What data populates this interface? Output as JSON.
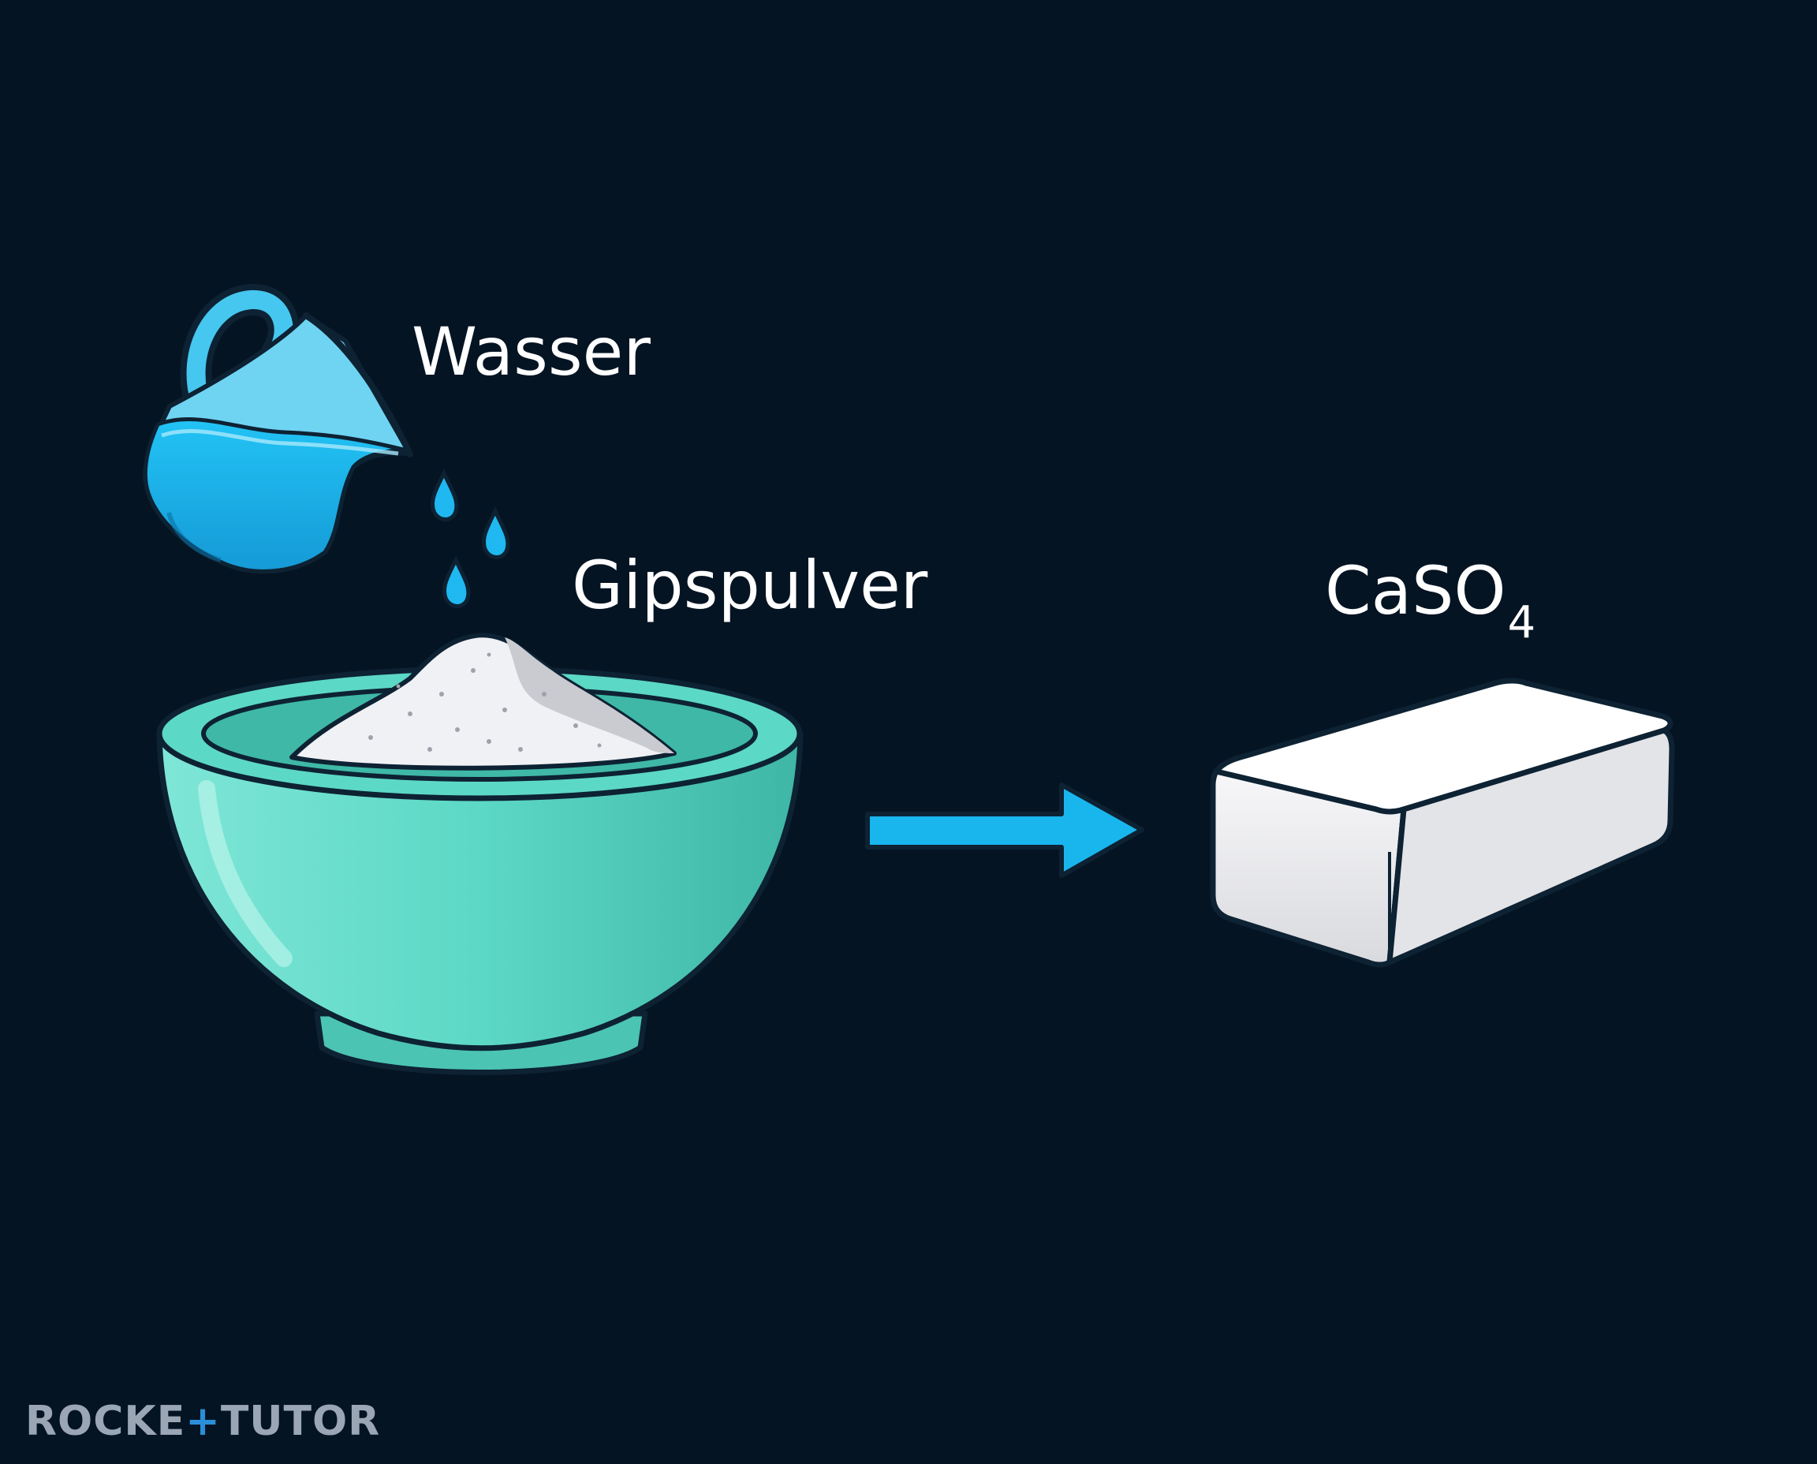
{
  "labels": {
    "water": "Wasser",
    "powder": "Gipspulver",
    "product_main": "CaSO",
    "product_sub": "4"
  },
  "brand": {
    "part1": "ROCKE",
    "plus": "+",
    "part2": "TUTOR"
  },
  "colors": {
    "background": "#051423",
    "water": "#1fb8f0",
    "bowl": "#5cd8c6",
    "arrow": "#19b6ee",
    "block": "#f2f2f4",
    "outline": "#0d2233"
  },
  "icons": [
    "pitcher-icon",
    "water-drop-icon",
    "bowl-icon",
    "powder-pile-icon",
    "arrow-right-icon",
    "plaster-block-icon"
  ]
}
